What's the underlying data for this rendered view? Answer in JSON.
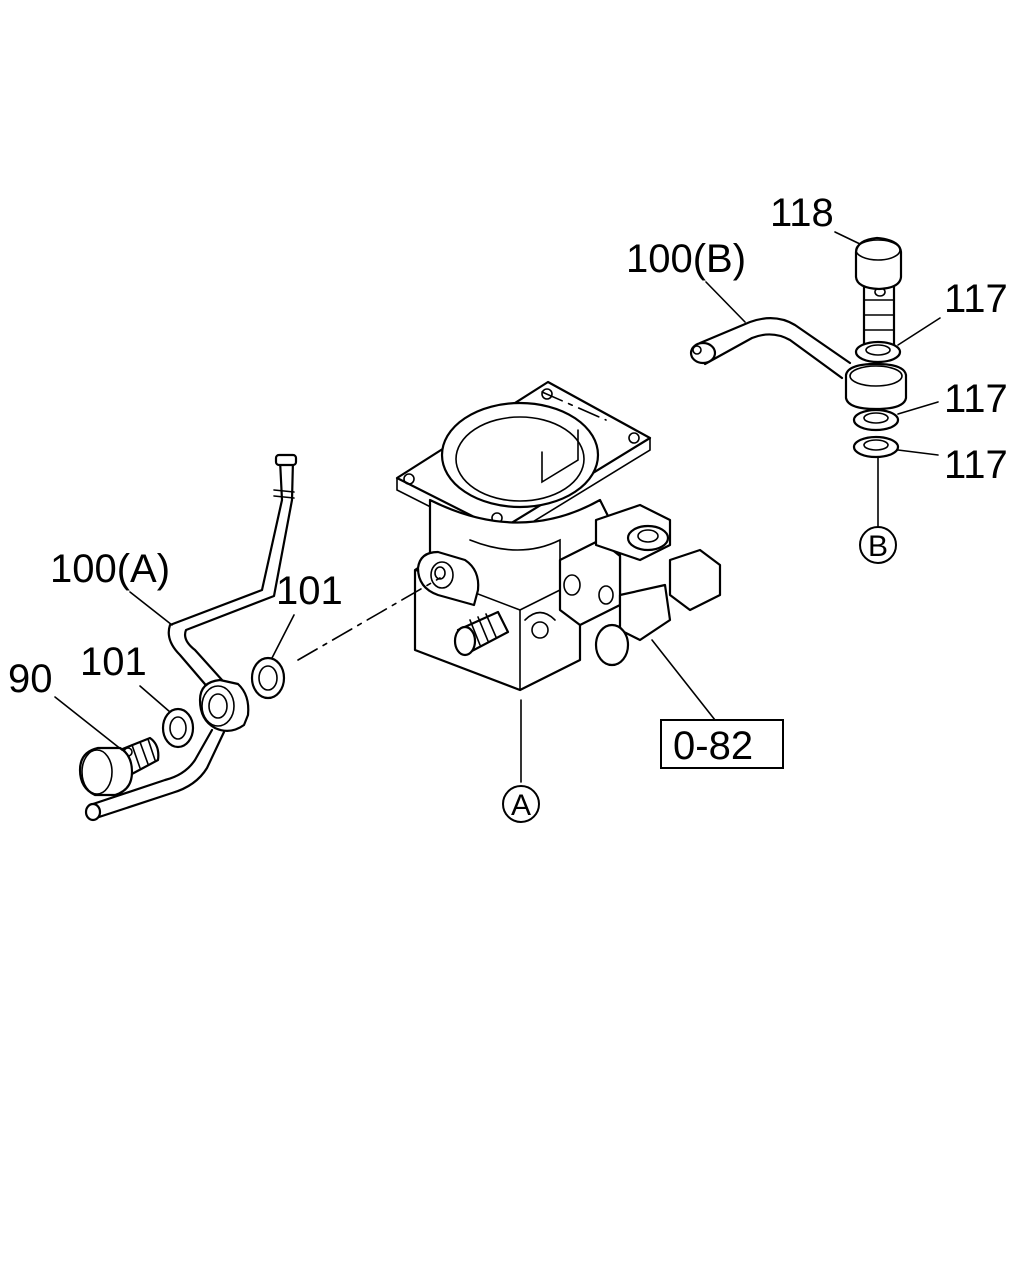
{
  "callouts": {
    "c118": "118",
    "c100b": "100(B)",
    "c117a": "117",
    "c117b": "117",
    "c117c": "117",
    "c100a": "100(A)",
    "c101a": "101",
    "c101b": "101",
    "c90": "90",
    "ref_box": "0-82"
  },
  "markers": {
    "a": "A",
    "b": "B"
  }
}
